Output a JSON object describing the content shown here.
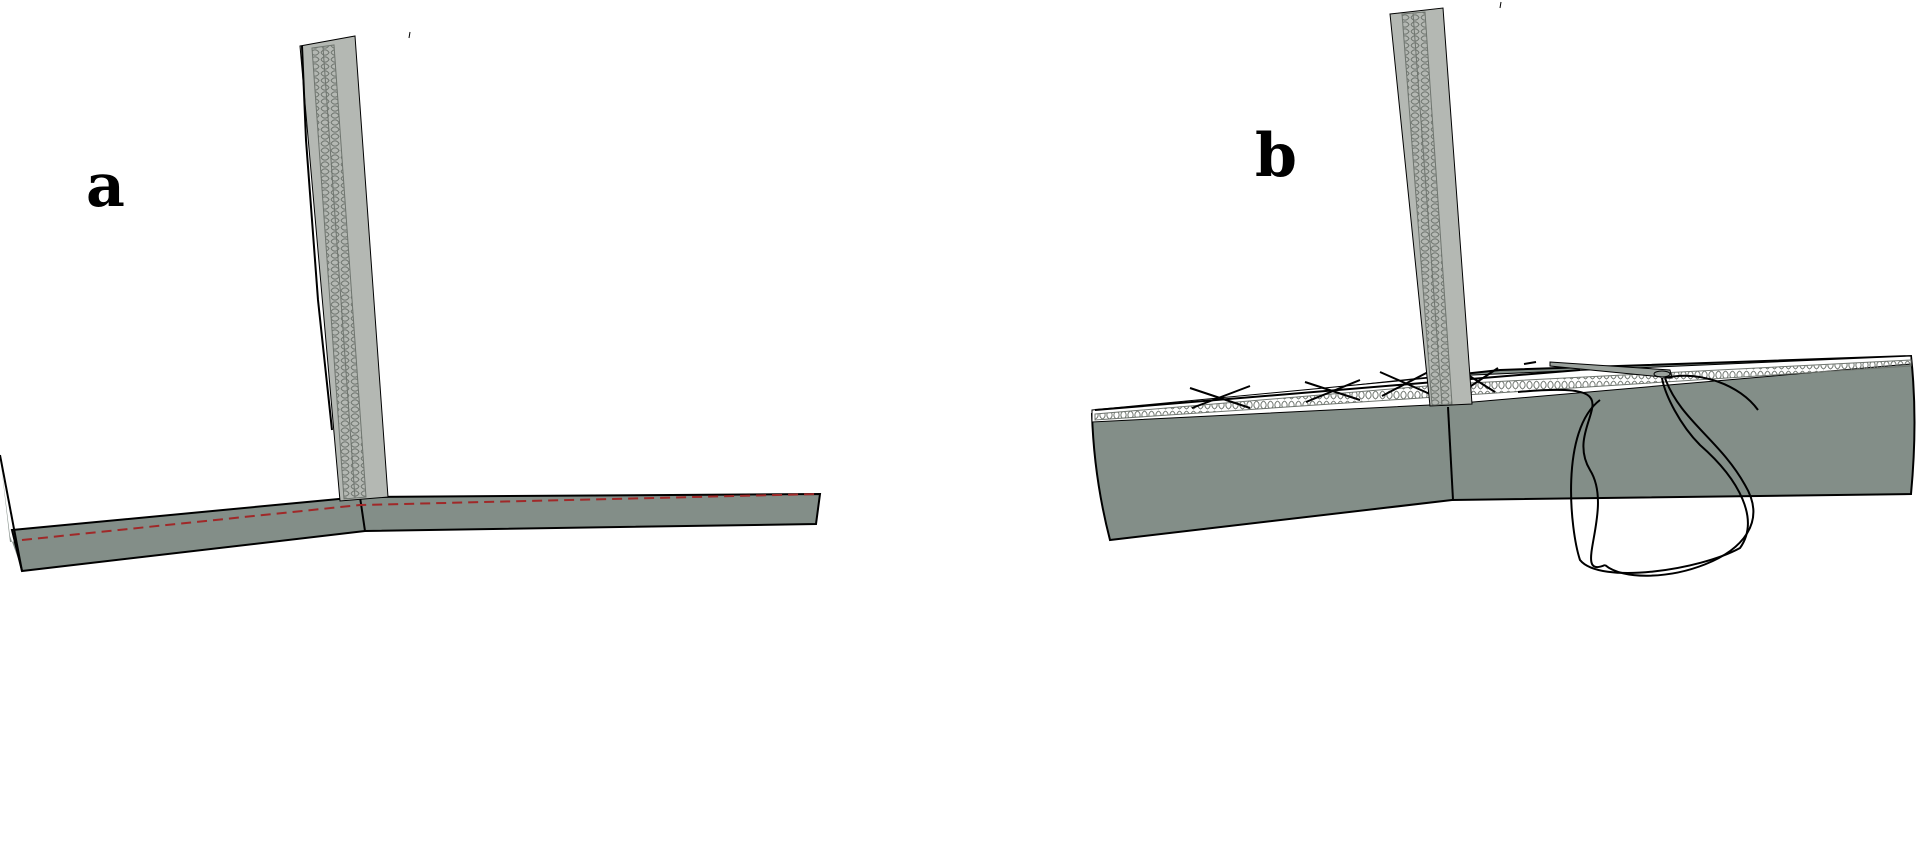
{
  "panels": [
    {
      "id": "a",
      "label": "a"
    },
    {
      "id": "b",
      "label": "b"
    }
  ],
  "colors": {
    "fabric": "#838e88",
    "tape": "#b4b8b3",
    "outline": "#000000",
    "stitch_guide": "#a02828",
    "background": "#ffffff"
  }
}
